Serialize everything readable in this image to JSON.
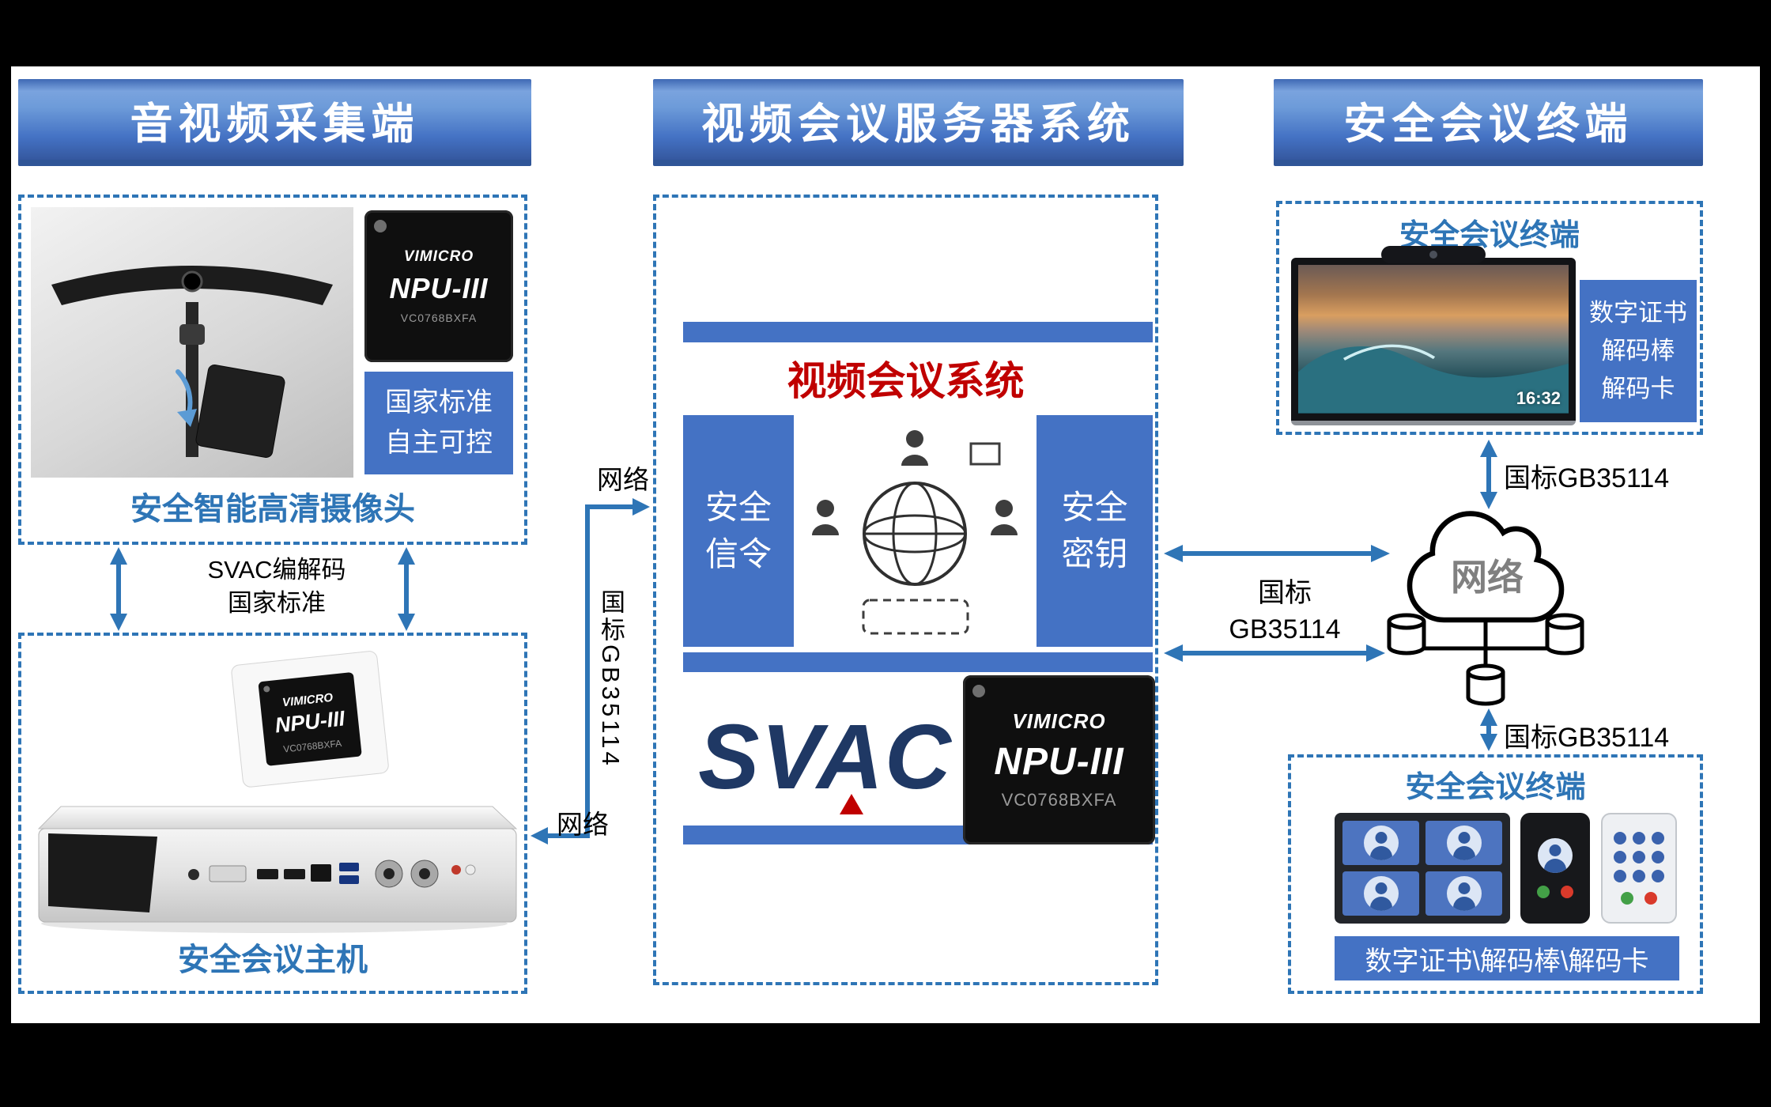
{
  "colors": {
    "banner_blue": "#4472C4",
    "dashed_blue": "#2E75B6",
    "accent_red": "#C00000",
    "svac_navy": "#1F3864"
  },
  "chip": {
    "brand": "VIMICRO",
    "model": "NPU-III",
    "part": "VC0768BXFA"
  },
  "left": {
    "header": "音视频采集端",
    "badge": {
      "line1": "国家标准",
      "line2": "自主可控"
    },
    "camera_caption": "安全智能高清摄像头",
    "link": {
      "line1": "SVAC编解码",
      "line2": "国家标准"
    },
    "host_caption": "安全会议主机"
  },
  "middle": {
    "header": "视频会议服务器系统",
    "system_title": "视频会议系统",
    "signaling": {
      "line1": "安全",
      "line2": "信令"
    },
    "key": {
      "line1": "安全",
      "line2": "密钥"
    },
    "svac": "SVAC",
    "net_top": "网络",
    "net_bottom": "网络",
    "gb_vertical": "国标GB35114",
    "gb_link": {
      "line1": "国标",
      "line2": "GB35114"
    }
  },
  "right": {
    "header": "安全会议终端",
    "top_terminal": {
      "title": "安全会议终端",
      "clock": "16:32",
      "side": {
        "line1": "数字证书",
        "line2": "解码棒",
        "line3": "解码卡"
      }
    },
    "gb_top": "国标GB35114",
    "cloud": "网络",
    "gb_bottom": "国标GB35114",
    "bottom_terminal": {
      "title": "安全会议终端",
      "caption": "数字证书\\解码棒\\解码卡"
    }
  }
}
